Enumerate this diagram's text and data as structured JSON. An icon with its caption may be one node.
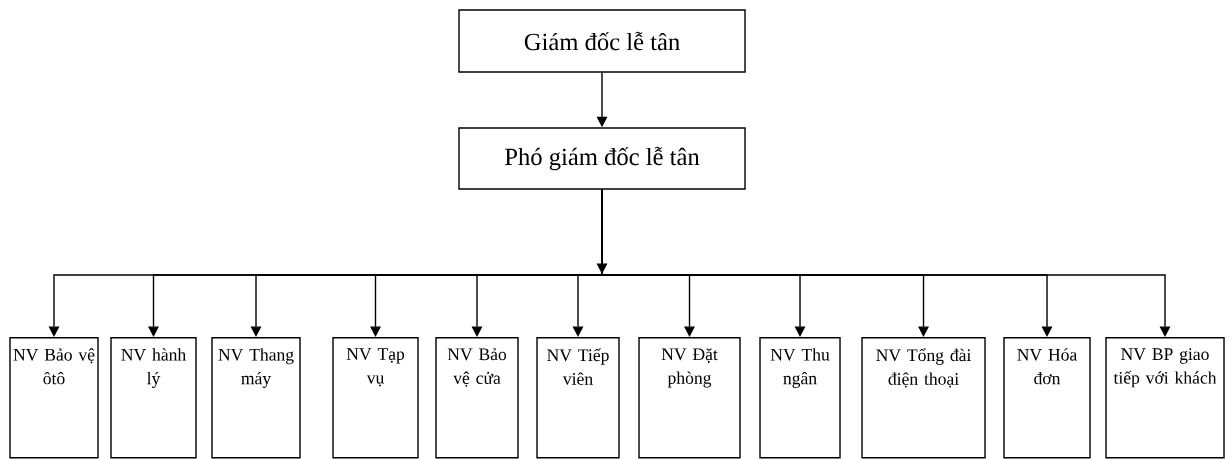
{
  "diagram": {
    "nodes": [
      {
        "text": [
          "Giám đốc lễ tân"
        ]
      },
      {
        "text": [
          "Phó giám đốc lễ tân"
        ]
      },
      {
        "text": [
          "NV Bảo vệ ôtô"
        ]
      },
      {
        "text": [
          "NV hành lý"
        ]
      },
      {
        "text": [
          "NV Thang máy"
        ]
      },
      {
        "text": [
          "NV Tạp vụ"
        ]
      },
      {
        "text": [
          "NV Bảo vệ cửa"
        ]
      },
      {
        "text": [
          "NV Tiếp viên"
        ]
      },
      {
        "text": [
          "NV Đặt phòng"
        ]
      },
      {
        "text": [
          "NV Thu ngân"
        ]
      },
      {
        "text": [
          "NV Tổng đài điện thoại"
        ]
      },
      {
        "text": [
          "NV Hóa đơn"
        ]
      },
      {
        "text": [
          "NV BP giao tiếp với khách"
        ]
      }
    ],
    "edges": [
      {
        "from": 0,
        "to": 1,
        "arrow": "to"
      },
      {
        "from": 1,
        "to": 2,
        "arrow": "to"
      },
      {
        "from": 1,
        "to": 3,
        "arrow": "to"
      },
      {
        "from": 1,
        "to": 4,
        "arrow": "to"
      },
      {
        "from": 1,
        "to": 5,
        "arrow": "to"
      },
      {
        "from": 1,
        "to": 6,
        "arrow": "to"
      },
      {
        "from": 1,
        "to": 7,
        "arrow": "to"
      },
      {
        "from": 1,
        "to": 8,
        "arrow": "to"
      },
      {
        "from": 1,
        "to": 9,
        "arrow": "to"
      },
      {
        "from": 1,
        "to": 10,
        "arrow": "to"
      },
      {
        "from": 1,
        "to": 11,
        "arrow": "to"
      },
      {
        "from": 1,
        "to": 12,
        "arrow": "to"
      }
    ]
  }
}
